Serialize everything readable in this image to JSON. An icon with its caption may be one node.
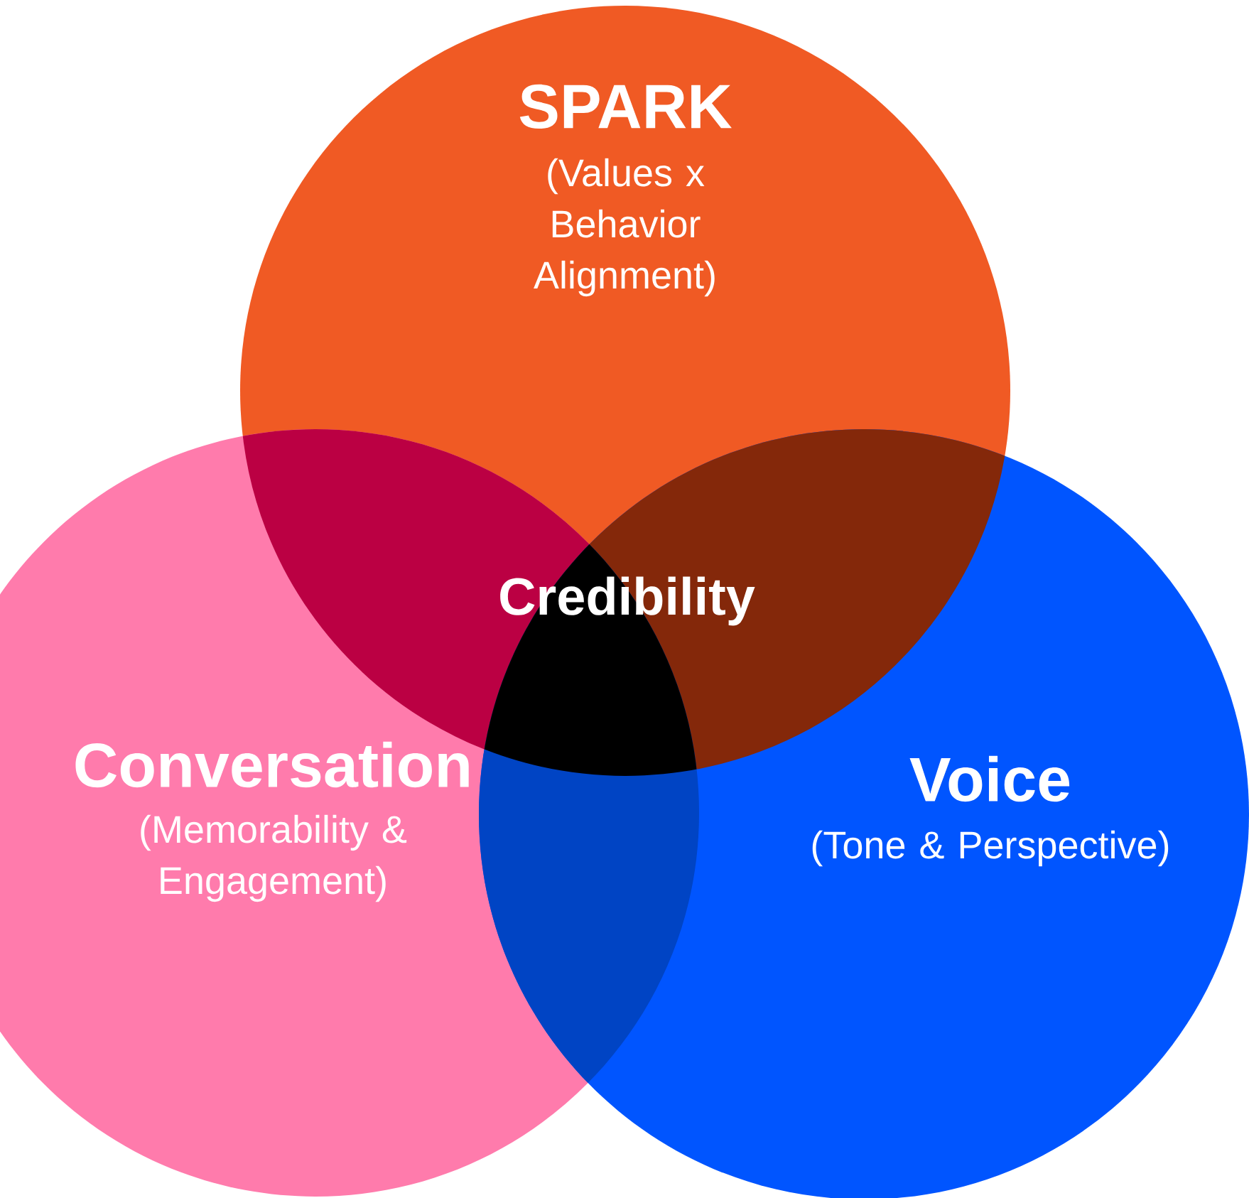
{
  "diagram": {
    "nodes": [
      {
        "text": [
          "SPARK",
          "(Values x Behavior Alignment)"
        ]
      },
      {
        "text": [
          "Conversation",
          "(Memorability & Engagement)"
        ]
      },
      {
        "text": [
          "Voice",
          "(Tone & Perspective)"
        ]
      },
      {
        "text": [
          "Credibility"
        ]
      }
    ]
  }
}
